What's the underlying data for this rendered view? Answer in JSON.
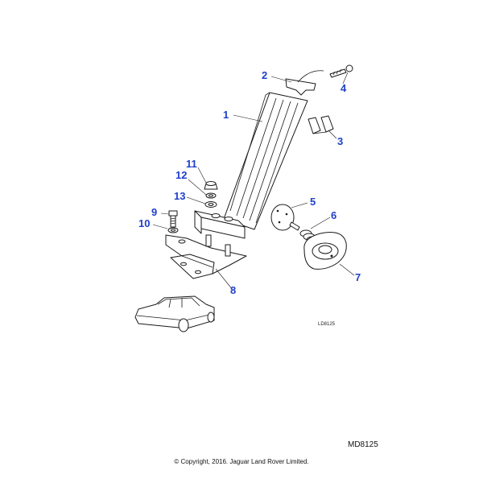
{
  "callouts": [
    {
      "number": "1",
      "part": "accelerator-pedal"
    },
    {
      "number": "2",
      "part": "clip"
    },
    {
      "number": "3",
      "part": "clip-pair"
    },
    {
      "number": "4",
      "part": "screw"
    },
    {
      "number": "5",
      "part": "pedal-stop-pad"
    },
    {
      "number": "6",
      "part": "spring"
    },
    {
      "number": "7",
      "part": "pedal-stop-housing"
    },
    {
      "number": "8",
      "part": "mounting-bracket"
    },
    {
      "number": "9",
      "part": "bolt"
    },
    {
      "number": "10",
      "part": "washer"
    },
    {
      "number": "11",
      "part": "nut"
    },
    {
      "number": "12",
      "part": "spring-washer"
    },
    {
      "number": "13",
      "part": "plain-washer"
    }
  ],
  "drawing_id": "LD8125",
  "diagram_code": "MD8125",
  "copyright": "© Copyright, 2016. Jaguar Land Rover Limited.",
  "colors": {
    "callout": "#1f3fc9",
    "line": "#1a1a1a",
    "background": "#ffffff"
  }
}
